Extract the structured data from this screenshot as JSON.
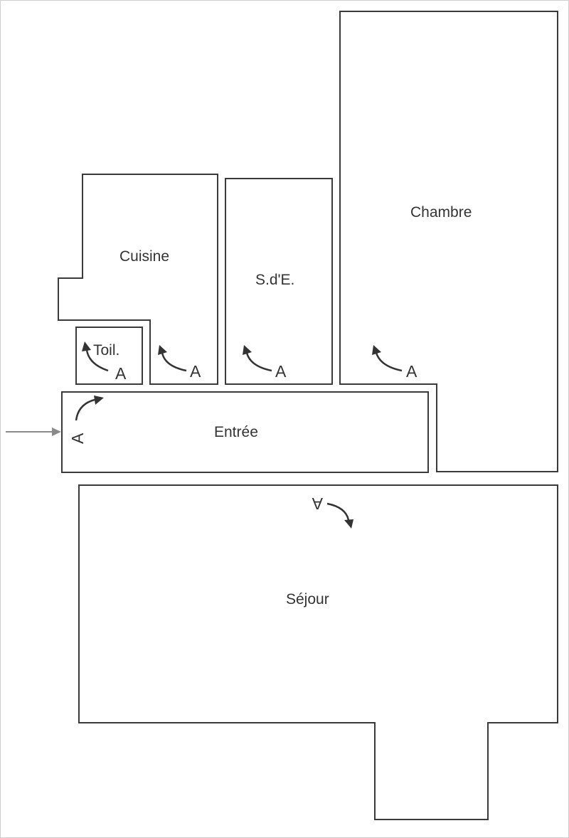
{
  "rooms": {
    "cuisine": "Cuisine",
    "sde": "S.d'E.",
    "chambre": "Chambre",
    "toilettes": "Toil.",
    "entree": "Entrée",
    "sejour": "Séjour"
  },
  "door_marker": "A",
  "colors": {
    "walls": "#3a3a3a",
    "labels": "#333333",
    "entry_arrow": "#8a8a8a",
    "background": "#ffffff"
  }
}
